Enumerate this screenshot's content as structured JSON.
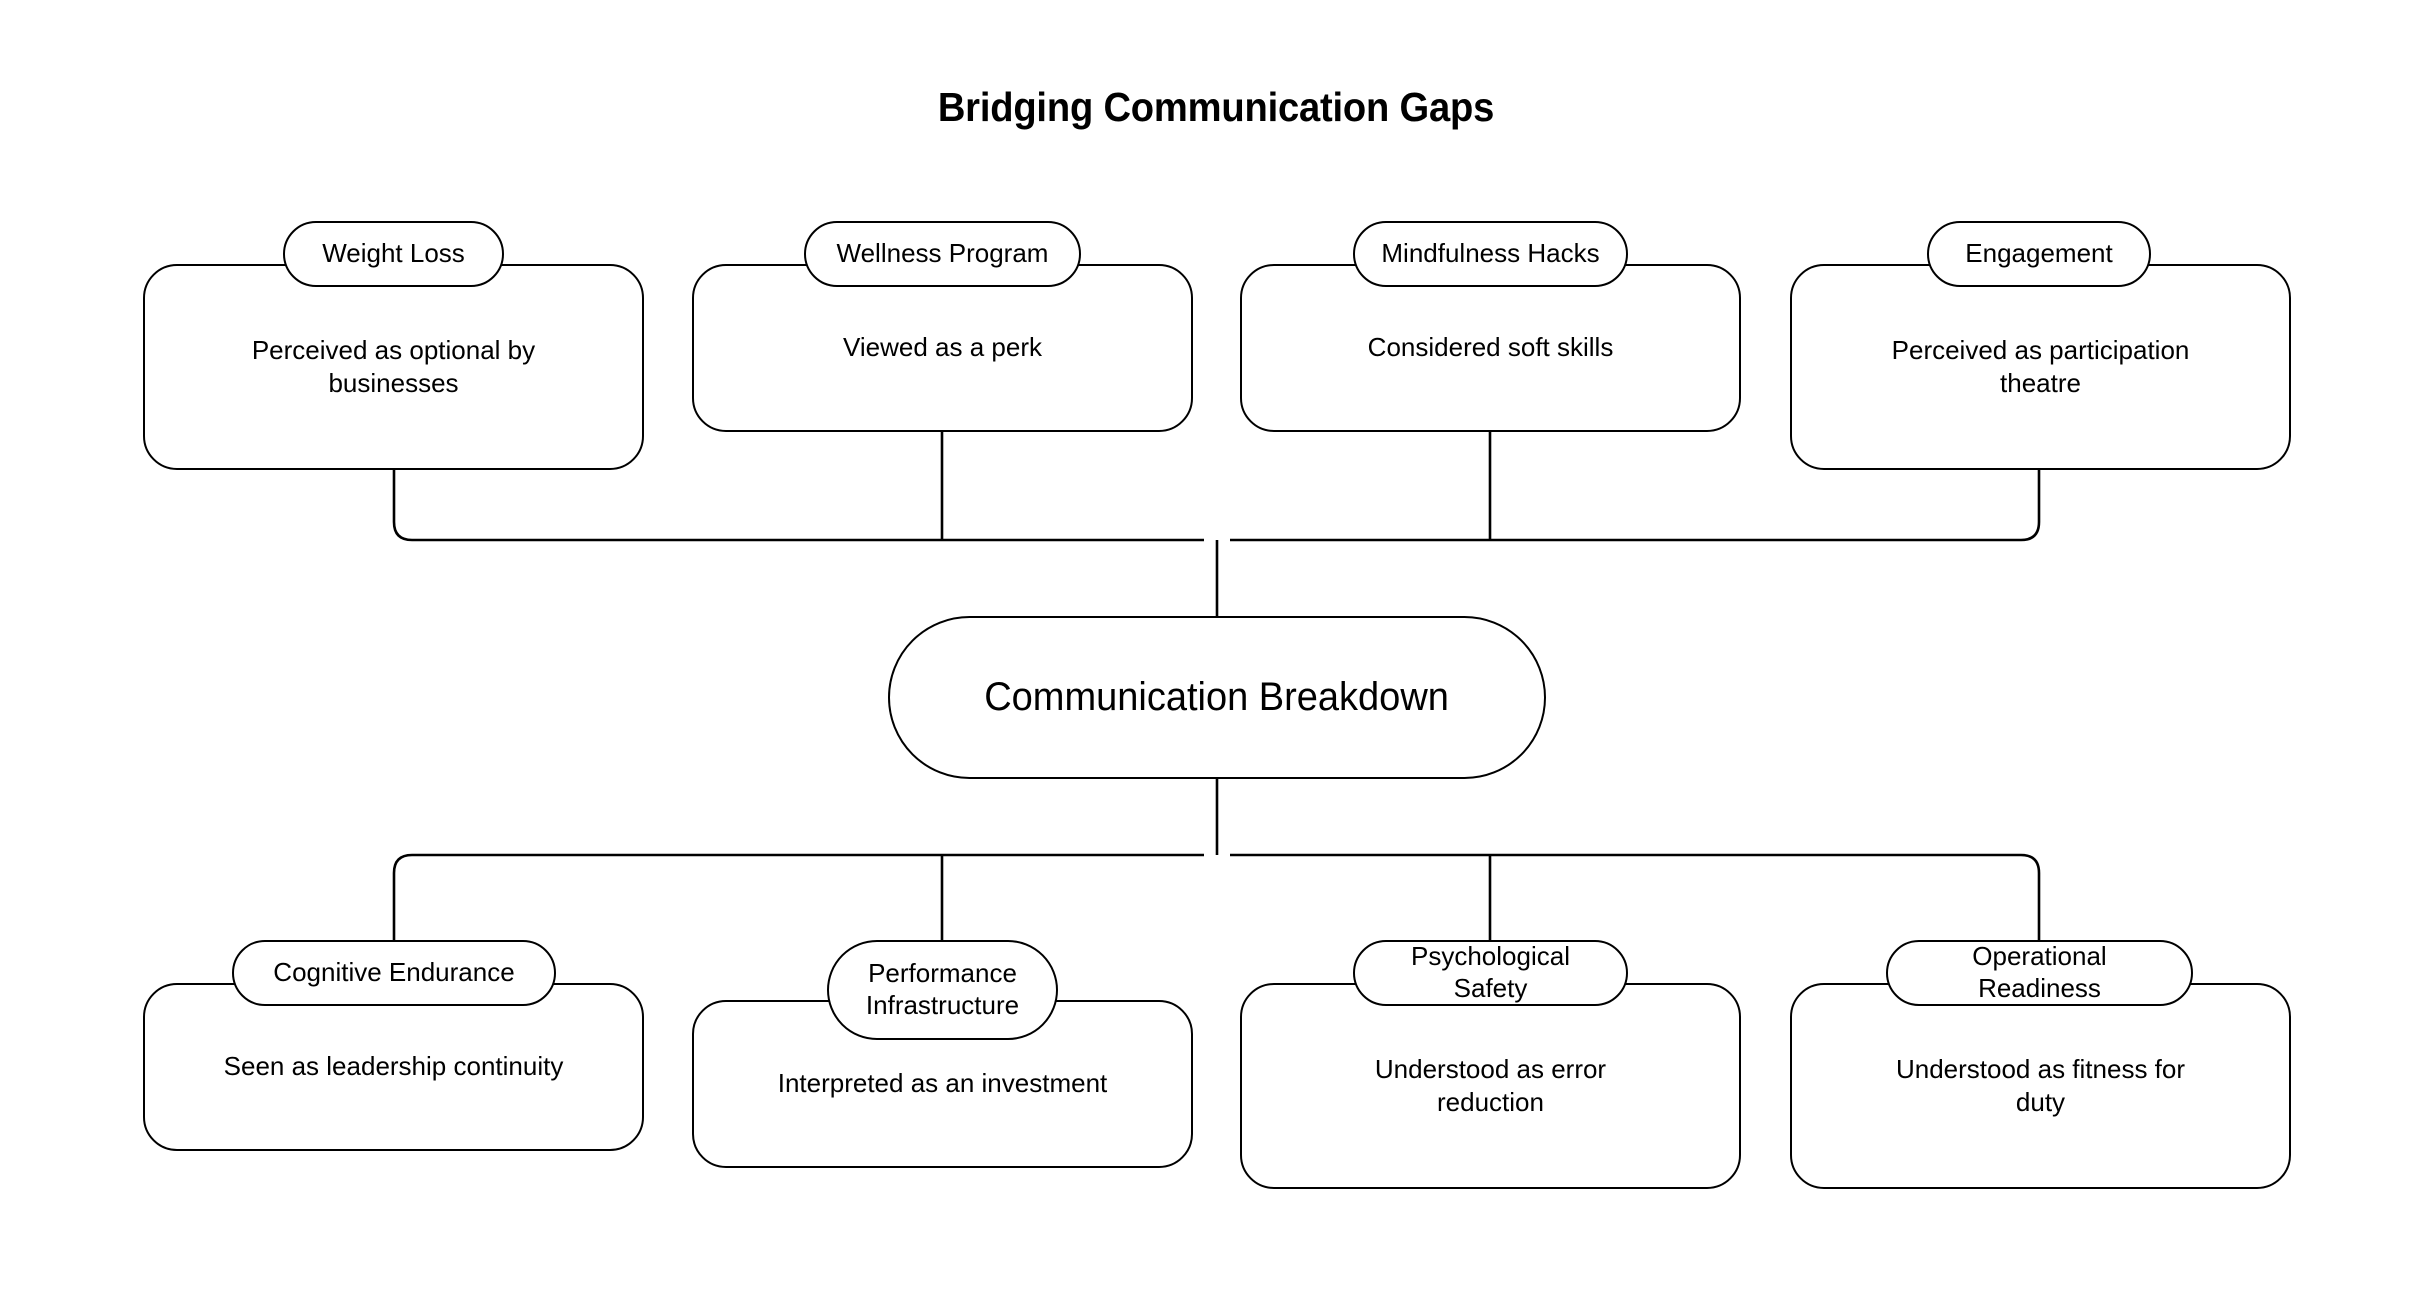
{
  "title": "Bridging Communication Gaps",
  "hub": {
    "label": "Communication Breakdown"
  },
  "top_row": [
    {
      "pill": "Weight Loss",
      "body": "Perceived as optional by\nbusinesses"
    },
    {
      "pill": "Wellness Program",
      "body": "Viewed as a perk"
    },
    {
      "pill": "Mindfulness Hacks",
      "body": "Considered soft skills"
    },
    {
      "pill": "Engagement",
      "body": "Perceived as participation\ntheatre"
    }
  ],
  "bottom_row": [
    {
      "pill": "Cognitive Endurance",
      "body": "Seen as leadership continuity"
    },
    {
      "pill": "Performance\nInfrastructure",
      "body": "Interpreted as an investment"
    },
    {
      "pill": "Psychological Safety",
      "body": "Understood as error\nreduction"
    },
    {
      "pill": "Operational Readiness",
      "body": "Understood as fitness for\nduty"
    }
  ],
  "colors": {
    "stroke": "#000000",
    "background": "#ffffff",
    "text": "#000000"
  }
}
